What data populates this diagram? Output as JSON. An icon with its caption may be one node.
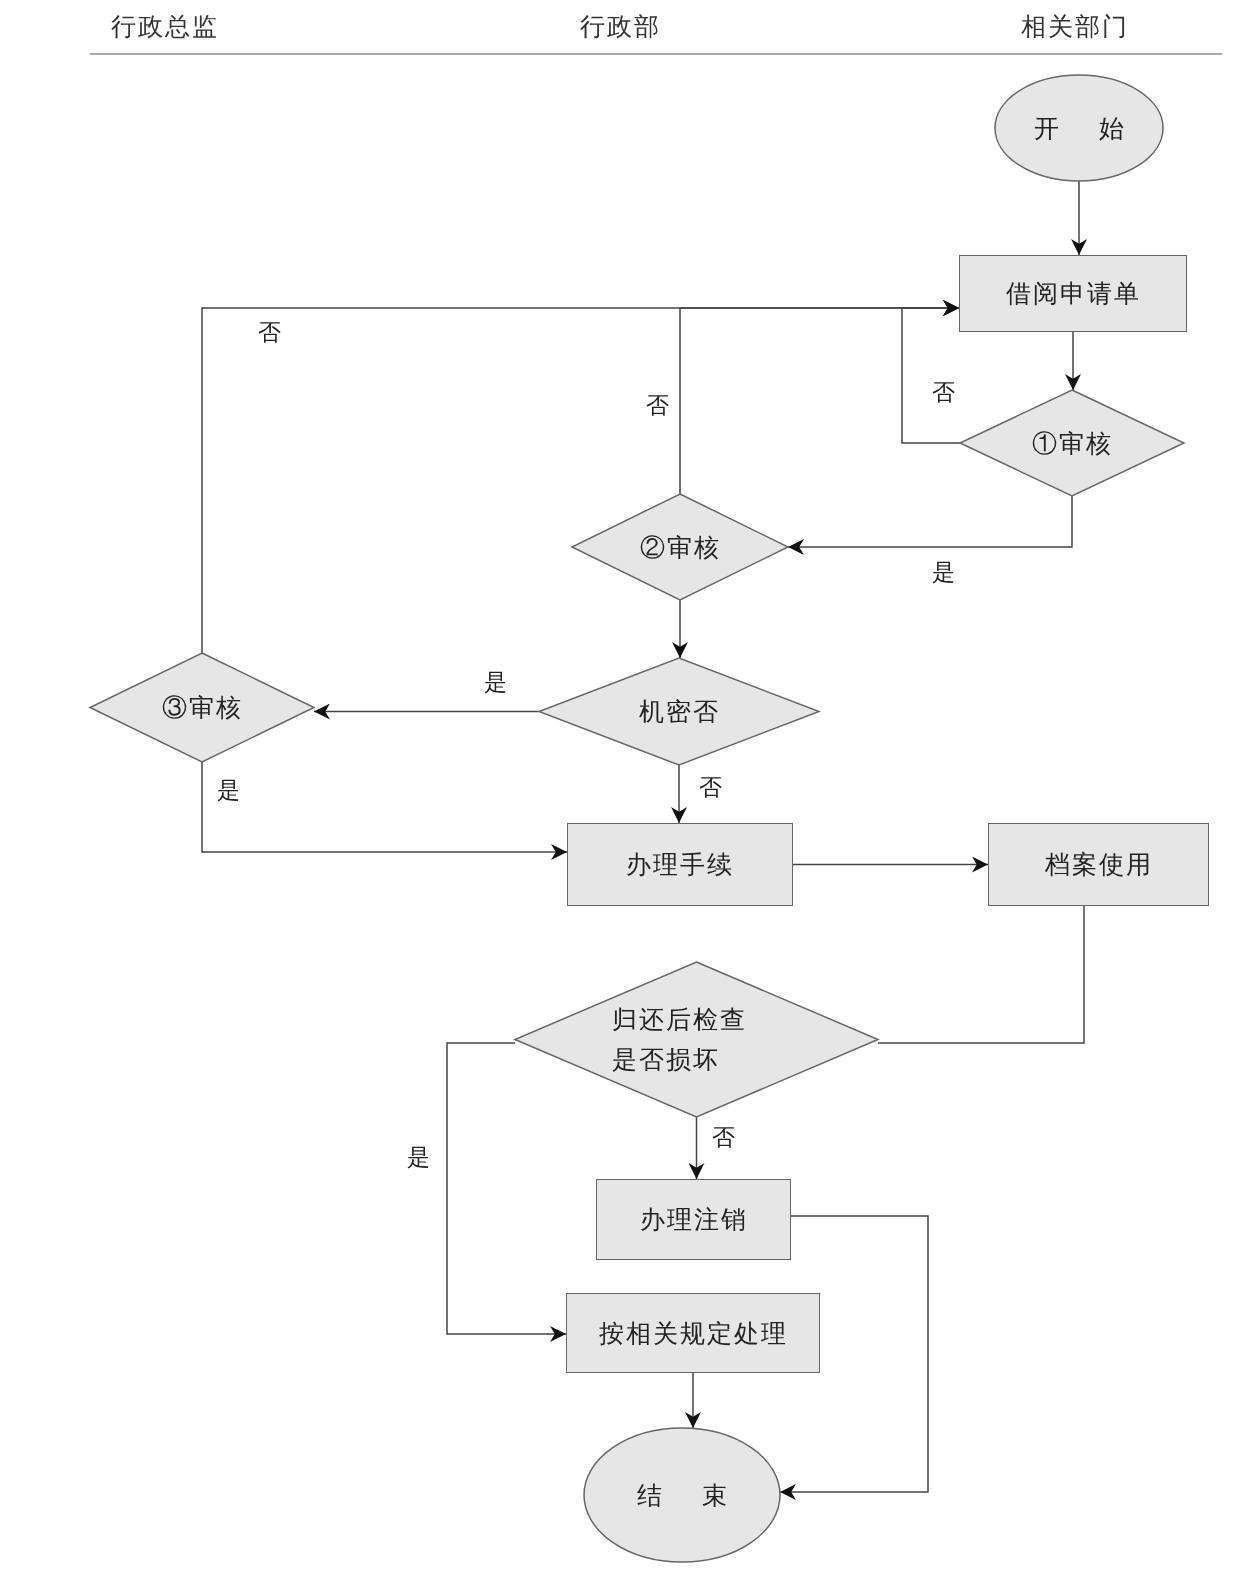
{
  "diagram": {
    "nodes": [
      {
        "text": [
          "开始"
        ]
      },
      {
        "text": [
          "借阅申请单"
        ]
      },
      {
        "text": [
          "①审核"
        ]
      },
      {
        "text": [
          "②审核"
        ]
      },
      {
        "text": [
          "机密否"
        ]
      },
      {
        "text": [
          "③审核"
        ]
      },
      {
        "text": [
          "办理手续"
        ]
      },
      {
        "text": [
          "档案使用"
        ]
      },
      {
        "text": [
          "归还后检查是否损坏"
        ]
      },
      {
        "text": [
          "办理注销"
        ]
      },
      {
        "text": [
          "按相关规定处理"
        ]
      },
      {
        "text": [
          "结束"
        ]
      }
    ],
    "edges": [
      {
        "from": 0,
        "to": 1,
        "arrow": "to"
      },
      {
        "from": 1,
        "to": 2,
        "arrow": "to"
      },
      {
        "from": 2,
        "to": 1,
        "arrow": "to",
        "label": "否"
      },
      {
        "from": 2,
        "to": 3,
        "arrow": "to",
        "label": "是"
      },
      {
        "from": 3,
        "to": 1,
        "arrow": "to",
        "label": "否"
      },
      {
        "from": 3,
        "to": 4,
        "arrow": "to"
      },
      {
        "from": 4,
        "to": 5,
        "arrow": "to",
        "label": "是"
      },
      {
        "from": 4,
        "to": 6,
        "arrow": "to",
        "label": "否"
      },
      {
        "from": 5,
        "to": 1,
        "arrow": "to",
        "label": "否"
      },
      {
        "from": 5,
        "to": 6,
        "arrow": "to",
        "label": "是"
      },
      {
        "from": 6,
        "to": 7,
        "arrow": "to"
      },
      {
        "from": 7,
        "to": 8,
        "arrow": "none"
      },
      {
        "from": 8,
        "to": 9,
        "arrow": "to",
        "label": "否"
      },
      {
        "from": 8,
        "to": 10,
        "arrow": "to",
        "label": "是"
      },
      {
        "from": 9,
        "to": 11,
        "arrow": "to"
      },
      {
        "from": 10,
        "to": 11,
        "arrow": "to"
      }
    ],
    "labels": [
      "行政总监",
      "行政部",
      "相关部门"
    ]
  }
}
